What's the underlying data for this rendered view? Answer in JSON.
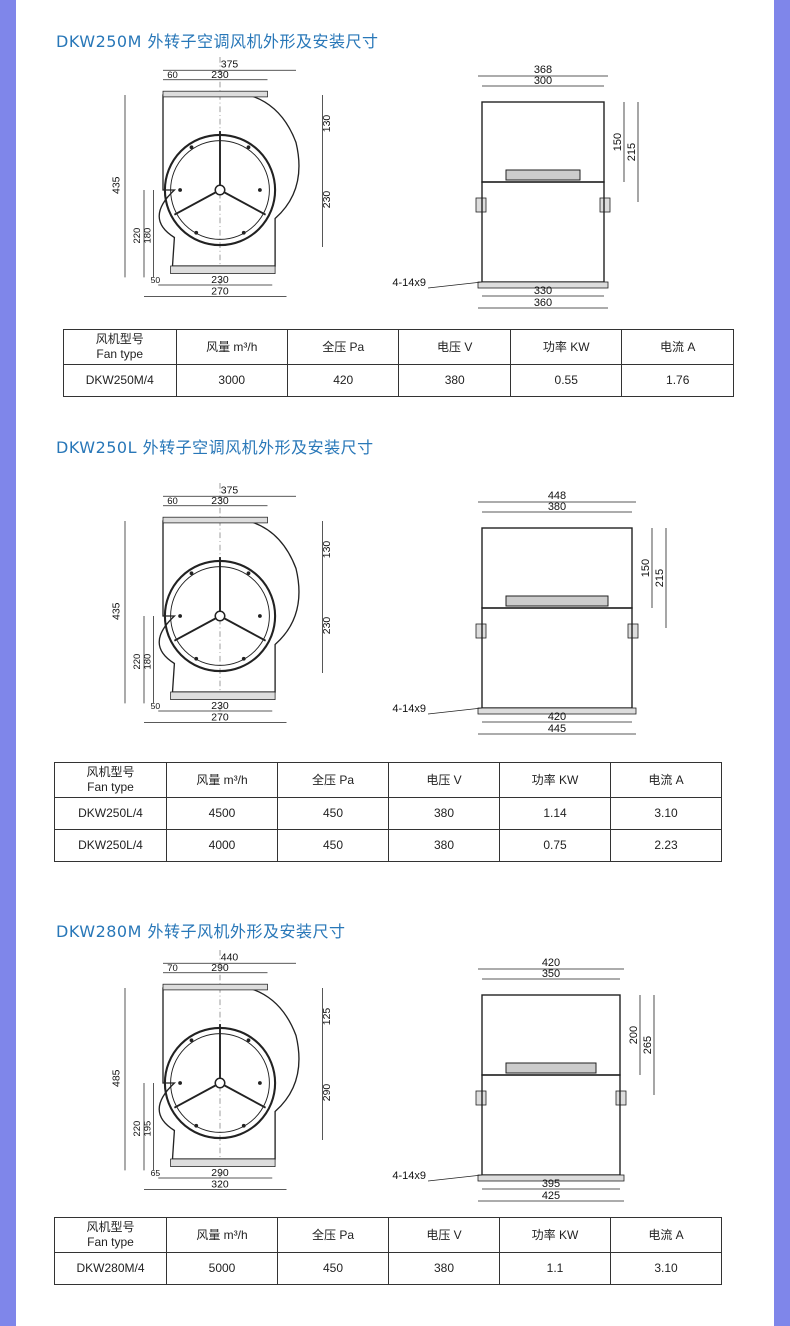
{
  "sections": [
    {
      "title": "DKW250M 外转子空调风机外形及安装尺寸",
      "front_dims": {
        "w_total": "375",
        "left_off": "60",
        "top_w": "230",
        "h_total": "435",
        "h_upper": "130",
        "h_mid": "230",
        "h_low": "220",
        "h_low2": "180",
        "b_off": "50",
        "b_w1": "230",
        "b_w2": "270"
      },
      "side_dims": {
        "w_top1": "368",
        "w_top2": "300",
        "h1": "150",
        "h2": "215",
        "holes": "4-14x9",
        "w_bot1": "330",
        "w_bot2": "360"
      },
      "table": {
        "headers": [
          "风机型号",
          "风量 m³/h",
          "全压 Pa",
          "电压 V",
          "功率 KW",
          "电流 A"
        ],
        "header_sub": "Fan type",
        "rows": [
          [
            "DKW250M/4",
            "3000",
            "420",
            "380",
            "0.55",
            "1.76"
          ]
        ]
      }
    },
    {
      "title": "DKW250L 外转子空调风机外形及安装尺寸",
      "front_dims": {
        "w_total": "375",
        "left_off": "60",
        "top_w": "230",
        "h_total": "435",
        "h_upper": "130",
        "h_mid": "230",
        "h_low": "220",
        "h_low2": "180",
        "b_off": "50",
        "b_w1": "230",
        "b_w2": "270"
      },
      "side_dims": {
        "w_top1": "448",
        "w_top2": "380",
        "h1": "150",
        "h2": "215",
        "holes": "4-14x9",
        "w_bot1": "420",
        "w_bot2": "445"
      },
      "table": {
        "headers": [
          "风机型号",
          "风量 m³/h",
          "全压 Pa",
          "电压 V",
          "功率 KW",
          "电流 A"
        ],
        "header_sub": "Fan type",
        "rows": [
          [
            "DKW250L/4",
            "4500",
            "450",
            "380",
            "1.14",
            "3.10"
          ],
          [
            "DKW250L/4",
            "4000",
            "450",
            "380",
            "0.75",
            "2.23"
          ]
        ]
      }
    },
    {
      "title": "DKW280M 外转子风机外形及安装尺寸",
      "front_dims": {
        "w_total": "440",
        "left_off": "70",
        "top_w": "290",
        "h_total": "485",
        "h_upper": "125",
        "h_mid": "290",
        "h_low": "220",
        "h_low2": "195",
        "b_off": "65",
        "b_w1": "290",
        "b_w2": "320"
      },
      "side_dims": {
        "w_top1": "420",
        "w_top2": "350",
        "h1": "200",
        "h2": "265",
        "holes": "4-14x9",
        "w_bot1": "395",
        "w_bot2": "425"
      },
      "table": {
        "headers": [
          "风机型号",
          "风量 m³/h",
          "全压 Pa",
          "电压 V",
          "功率 KW",
          "电流 A"
        ],
        "header_sub": "Fan type",
        "rows": [
          [
            "DKW280M/4",
            "5000",
            "450",
            "380",
            "1.1",
            "3.10"
          ]
        ]
      }
    }
  ]
}
